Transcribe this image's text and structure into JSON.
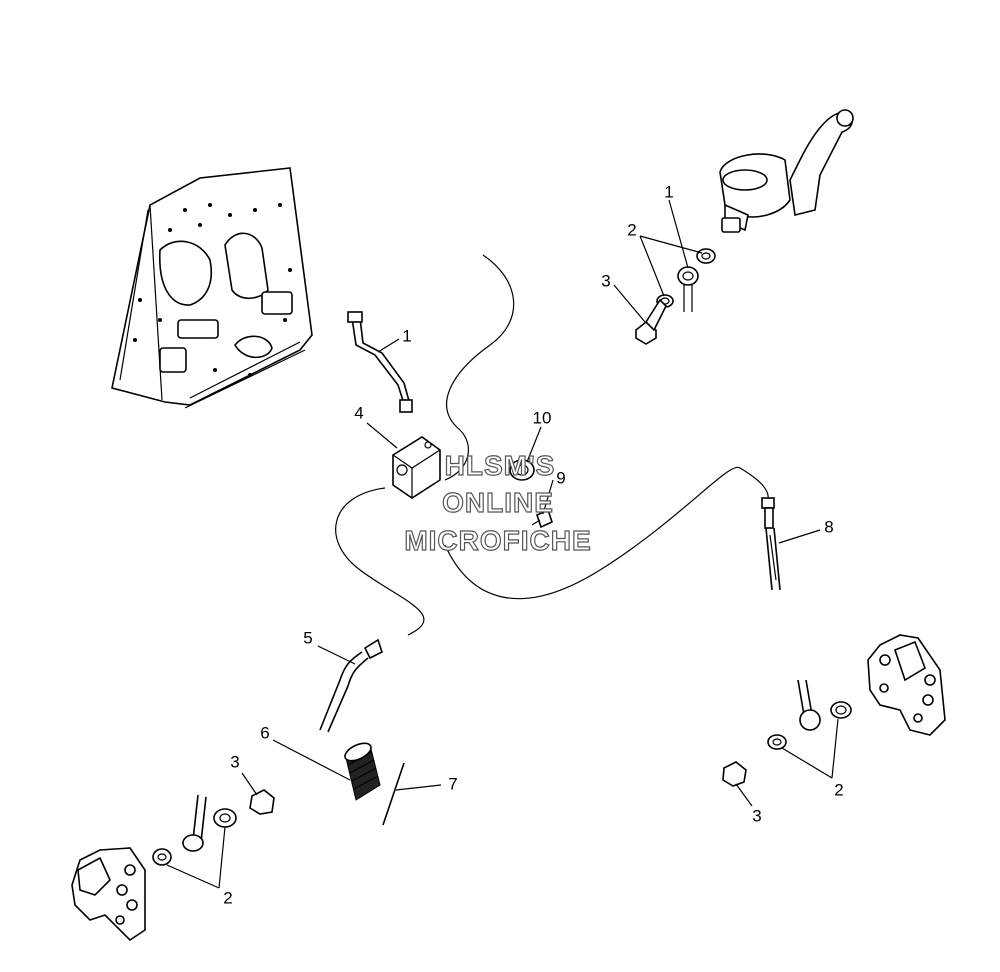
{
  "callouts": {
    "c1a": "1",
    "c1b": "1",
    "c2a": "2",
    "c2b": "2",
    "c2c": "2",
    "c3a": "3",
    "c3b": "3",
    "c3c": "3",
    "c4": "4",
    "c5": "5",
    "c6": "6",
    "c7": "7",
    "c8": "8",
    "c9": "9",
    "c10": "10"
  },
  "watermark": {
    "line1": "HLSM'S",
    "line2": "ONLINE",
    "line3": "MICROFICHE"
  }
}
